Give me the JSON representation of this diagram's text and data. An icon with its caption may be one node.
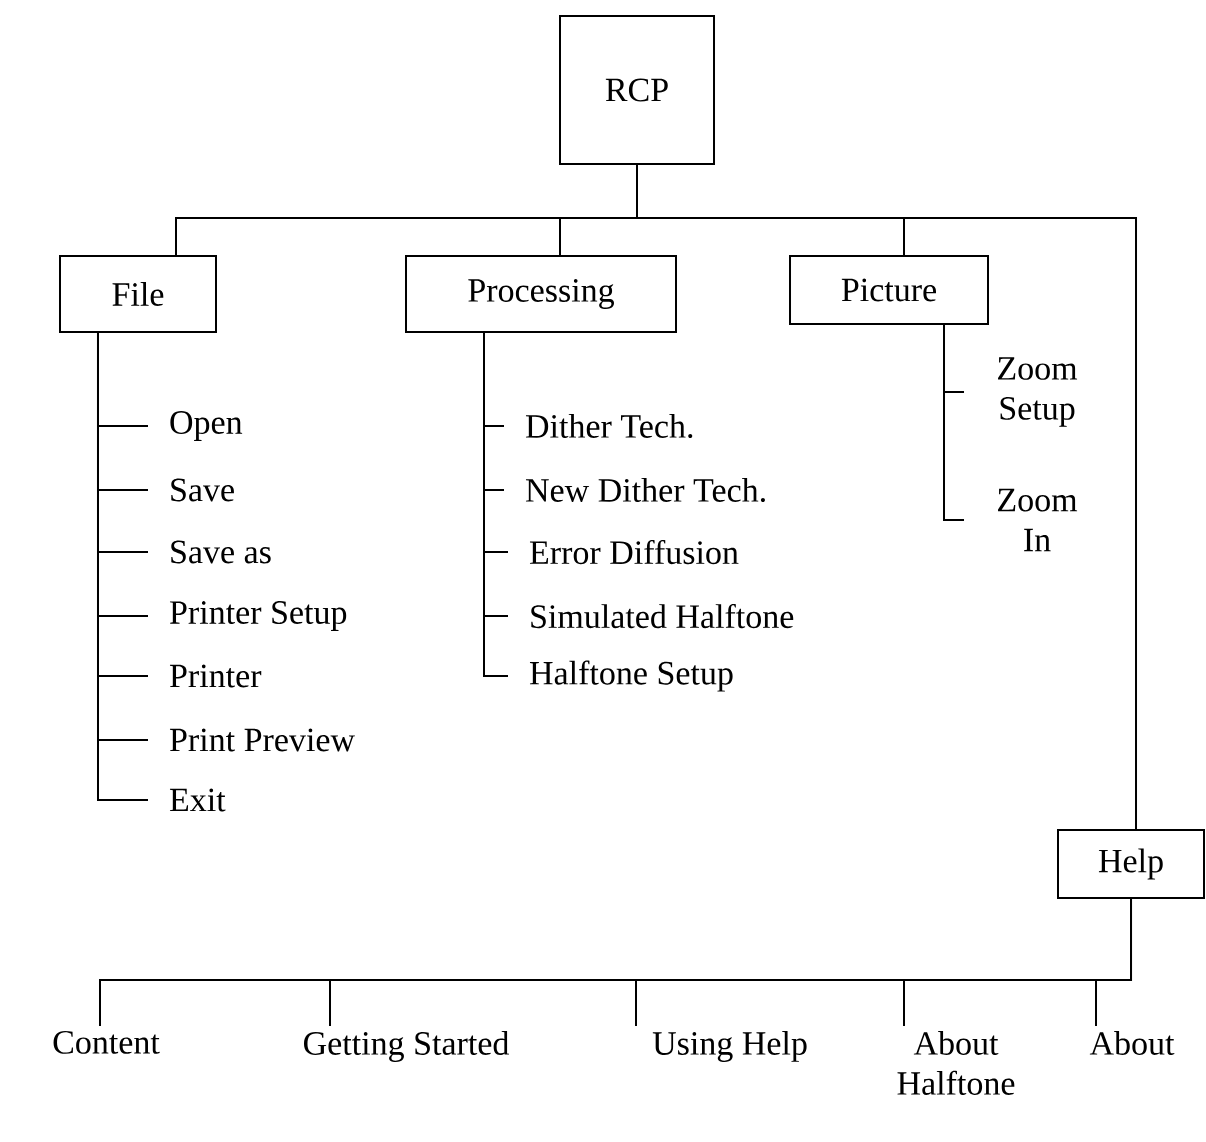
{
  "diagram": {
    "nodes": [
      {
        "text": [
          "RCP"
        ]
      },
      {
        "text": [
          "File"
        ]
      },
      {
        "text": [
          "Processing"
        ]
      },
      {
        "text": [
          "Picture"
        ]
      },
      {
        "text": [
          "Help"
        ]
      },
      {
        "text": [
          "Open"
        ]
      },
      {
        "text": [
          "Save"
        ]
      },
      {
        "text": [
          "Save as"
        ]
      },
      {
        "text": [
          "Printer Setup"
        ]
      },
      {
        "text": [
          "Printer"
        ]
      },
      {
        "text": [
          "Print Preview"
        ]
      },
      {
        "text": [
          "Exit"
        ]
      },
      {
        "text": [
          "Dither Tech."
        ]
      },
      {
        "text": [
          "New Dither Tech."
        ]
      },
      {
        "text": [
          "Error Diffusion"
        ]
      },
      {
        "text": [
          "Simulated Halftone"
        ]
      },
      {
        "text": [
          "Halftone Setup"
        ]
      },
      {
        "text": [
          "Zoom Setup"
        ]
      },
      {
        "text": [
          "Zoom In"
        ]
      },
      {
        "text": [
          "Content"
        ]
      },
      {
        "text": [
          "Getting Started"
        ]
      },
      {
        "text": [
          "Using Help"
        ]
      },
      {
        "text": [
          "About Halftone"
        ]
      },
      {
        "text": [
          "About"
        ]
      }
    ],
    "edges": [
      {
        "from": 0,
        "to": 1,
        "arrow": "none"
      },
      {
        "from": 0,
        "to": 2,
        "arrow": "none"
      },
      {
        "from": 0,
        "to": 3,
        "arrow": "none"
      },
      {
        "from": 0,
        "to": 4,
        "arrow": "none"
      },
      {
        "from": 1,
        "to": 5,
        "arrow": "none"
      },
      {
        "from": 1,
        "to": 6,
        "arrow": "none"
      },
      {
        "from": 1,
        "to": 7,
        "arrow": "none"
      },
      {
        "from": 1,
        "to": 8,
        "arrow": "none"
      },
      {
        "from": 1,
        "to": 9,
        "arrow": "none"
      },
      {
        "from": 1,
        "to": 10,
        "arrow": "none"
      },
      {
        "from": 1,
        "to": 11,
        "arrow": "none"
      },
      {
        "from": 2,
        "to": 12,
        "arrow": "none"
      },
      {
        "from": 2,
        "to": 13,
        "arrow": "none"
      },
      {
        "from": 2,
        "to": 14,
        "arrow": "none"
      },
      {
        "from": 2,
        "to": 15,
        "arrow": "none"
      },
      {
        "from": 2,
        "to": 16,
        "arrow": "none"
      },
      {
        "from": 3,
        "to": 17,
        "arrow": "none"
      },
      {
        "from": 3,
        "to": 18,
        "arrow": "none"
      },
      {
        "from": 4,
        "to": 19,
        "arrow": "none"
      },
      {
        "from": 4,
        "to": 20,
        "arrow": "none"
      },
      {
        "from": 4,
        "to": 21,
        "arrow": "none"
      },
      {
        "from": 4,
        "to": 22,
        "arrow": "none"
      },
      {
        "from": 4,
        "to": 23,
        "arrow": "none"
      }
    ]
  }
}
